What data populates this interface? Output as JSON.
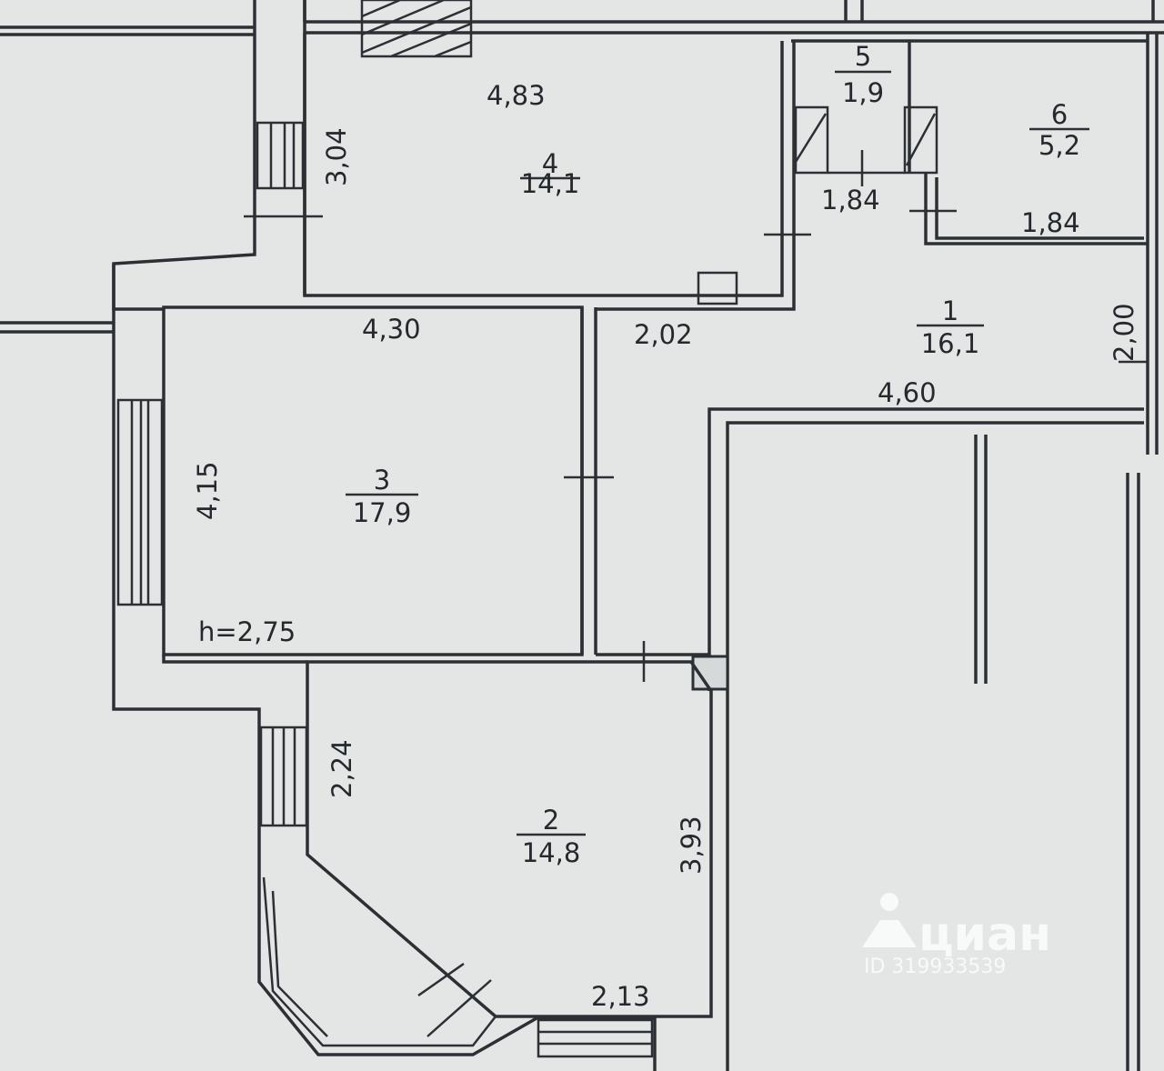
{
  "rooms": [
    {
      "number": "1",
      "area": "16,1"
    },
    {
      "number": "2",
      "area": "14,8"
    },
    {
      "number": "3",
      "area": "17,9"
    },
    {
      "number": "4",
      "area": "14,1"
    },
    {
      "number": "5",
      "area": "1,9"
    },
    {
      "number": "6",
      "area": "5,2"
    }
  ],
  "dimensions": {
    "room4_width": "4,83",
    "room4_depth": "3,04",
    "room3_width": "4,30",
    "room3_depth": "4,15",
    "hall_width": "2,02",
    "hall_length": "4,60",
    "hall_depth": "2,00",
    "bath_width": "1,84",
    "room6_width": "1,84",
    "room2_depth_left": "2,24",
    "room2_depth_right": "3,93",
    "room2_width": "2,13",
    "ceiling_height": "h=2,75"
  },
  "watermark": {
    "brand": "циан",
    "listing_id": "ID 319933539",
    "icon": "location-pin-icon"
  },
  "colors": {
    "paper": "#e4e6e6",
    "lines": "#2c3035",
    "watermark": "#ffffff"
  }
}
